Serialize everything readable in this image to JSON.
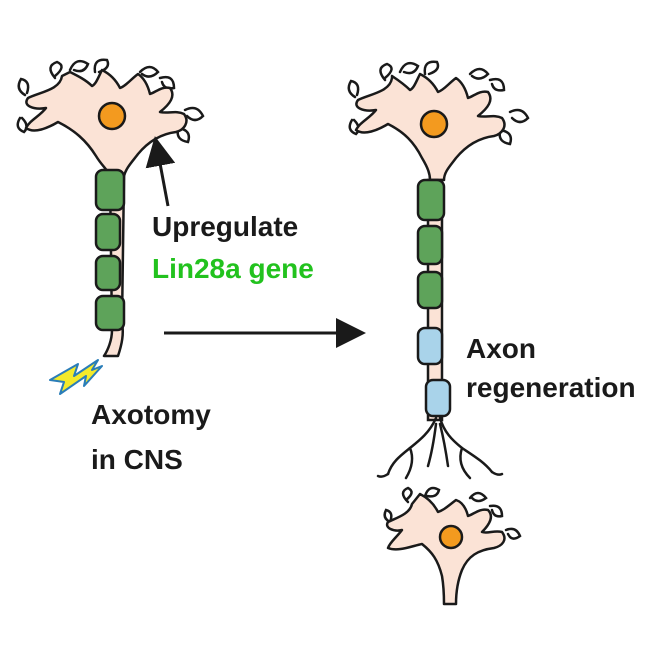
{
  "labels": {
    "upregulate": "Upregulate",
    "gene": "Lin28a gene",
    "axotomy_line1": "Axotomy",
    "axotomy_line2": "in CNS",
    "regen_line1": "Axon",
    "regen_line2": "regeneration"
  },
  "colors": {
    "soma_fill": "#fbe3d6",
    "nucleus": "#f39a1f",
    "myelin": "#5ea35a",
    "regen_segment": "#a9d3ea",
    "injury_bolt": "#f3ea2a",
    "gene_text": "#22c21e",
    "outline": "#1a1a1a"
  },
  "icons": [
    "neuron-injured",
    "neuron-regenerating",
    "neuron-target",
    "lightning-bolt-icon",
    "arrow-icon"
  ]
}
